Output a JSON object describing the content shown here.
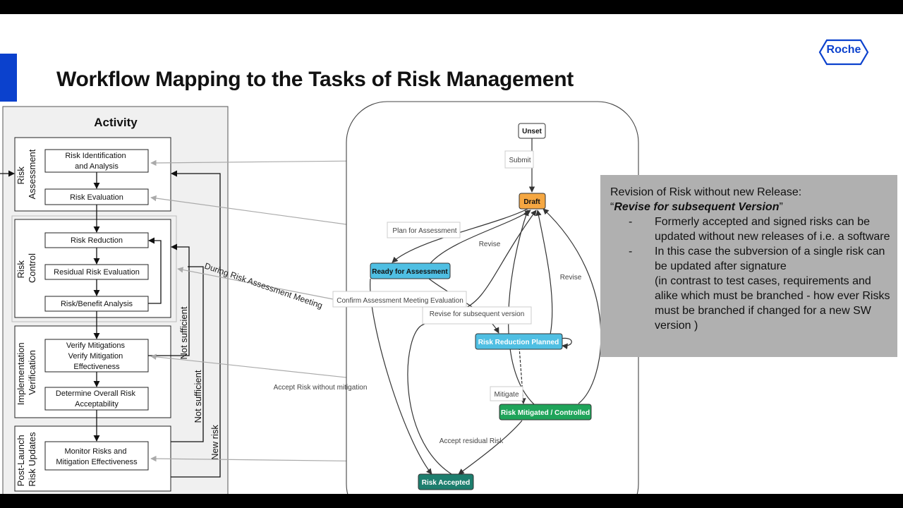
{
  "slide": {
    "title": "Workflow Mapping to the Tasks of Risk Management",
    "logo_text": "Roche",
    "accent_color": "#0b41cd"
  },
  "activity": {
    "header": "Activity",
    "groups": [
      {
        "label": "Risk Assessment",
        "label_lines": [
          "Risk",
          "Assessment"
        ],
        "steps": [
          [
            "Risk Identification",
            "and Analysis"
          ],
          [
            "Risk Evaluation"
          ]
        ]
      },
      {
        "label": "Risk Control",
        "label_lines": [
          "Risk",
          "Control"
        ],
        "steps": [
          [
            "Risk Reduction"
          ],
          [
            "Residual Risk Evaluation"
          ],
          [
            "Risk/Benefit Analysis"
          ]
        ]
      },
      {
        "label": "Implementation Verification",
        "label_lines": [
          "Implementation",
          "Verification"
        ],
        "steps": [
          [
            "Verify Mitigations",
            "Verify Mitigation",
            "Effectiveness"
          ],
          [
            "Determine Overall Risk",
            "Acceptability"
          ]
        ]
      },
      {
        "label": "Post-Launch Risk Updates",
        "label_lines": [
          "Post-Launch",
          "Risk Updates"
        ],
        "steps": [
          [
            "Monitor Risks and",
            "Mitigation Effectiveness"
          ]
        ]
      }
    ],
    "feedback_labels": [
      "Not sufficient",
      "Not sufficient",
      "New risk"
    ]
  },
  "workflow": {
    "states": {
      "unset": "Unset",
      "draft": "Draft",
      "ready": "Ready for Assessment",
      "planned": "Risk Reduction Planned",
      "mitigated": "Risk Mitigated / Controlled",
      "accepted": "Risk Accepted"
    },
    "transitions": {
      "submit": "Submit",
      "plan": "Plan for Assessment",
      "revise_1": "Revise",
      "revise_2": "Revise",
      "confirm": "Confirm Assessment Meeting Evaluation",
      "revise_subsequent": "Revise for subsequent version",
      "accept_no_mitigation": "Accept Risk without mitigation",
      "mitigate": "Mitigate",
      "accept_residual": "Accept residual Risk"
    },
    "meeting_label": "During Risk Assessment Meeting"
  },
  "note": {
    "heading": "Revision of Risk without new Release:",
    "quote_open": "“",
    "quote_em": "Revise for subsequent Version",
    "quote_close": "”",
    "bullets": [
      {
        "dash": "-",
        "text": "Formerly accepted and signed risks can be updated without new releases of i.e. a software"
      },
      {
        "dash": "-",
        "text": "In this case the subversion of a single risk can be updated after signature"
      }
    ],
    "paragraph": "(in contrast to test cases, requirements and alike which must be branched - how ever Risks must be branched if changed for a new SW version )"
  },
  "colors": {
    "draft": "#f5a742",
    "blue_state": "#4fbfe3",
    "green_state": "#1fa45a",
    "teal_state": "#1d7e6e",
    "note_bg": "#b0b0b0"
  }
}
